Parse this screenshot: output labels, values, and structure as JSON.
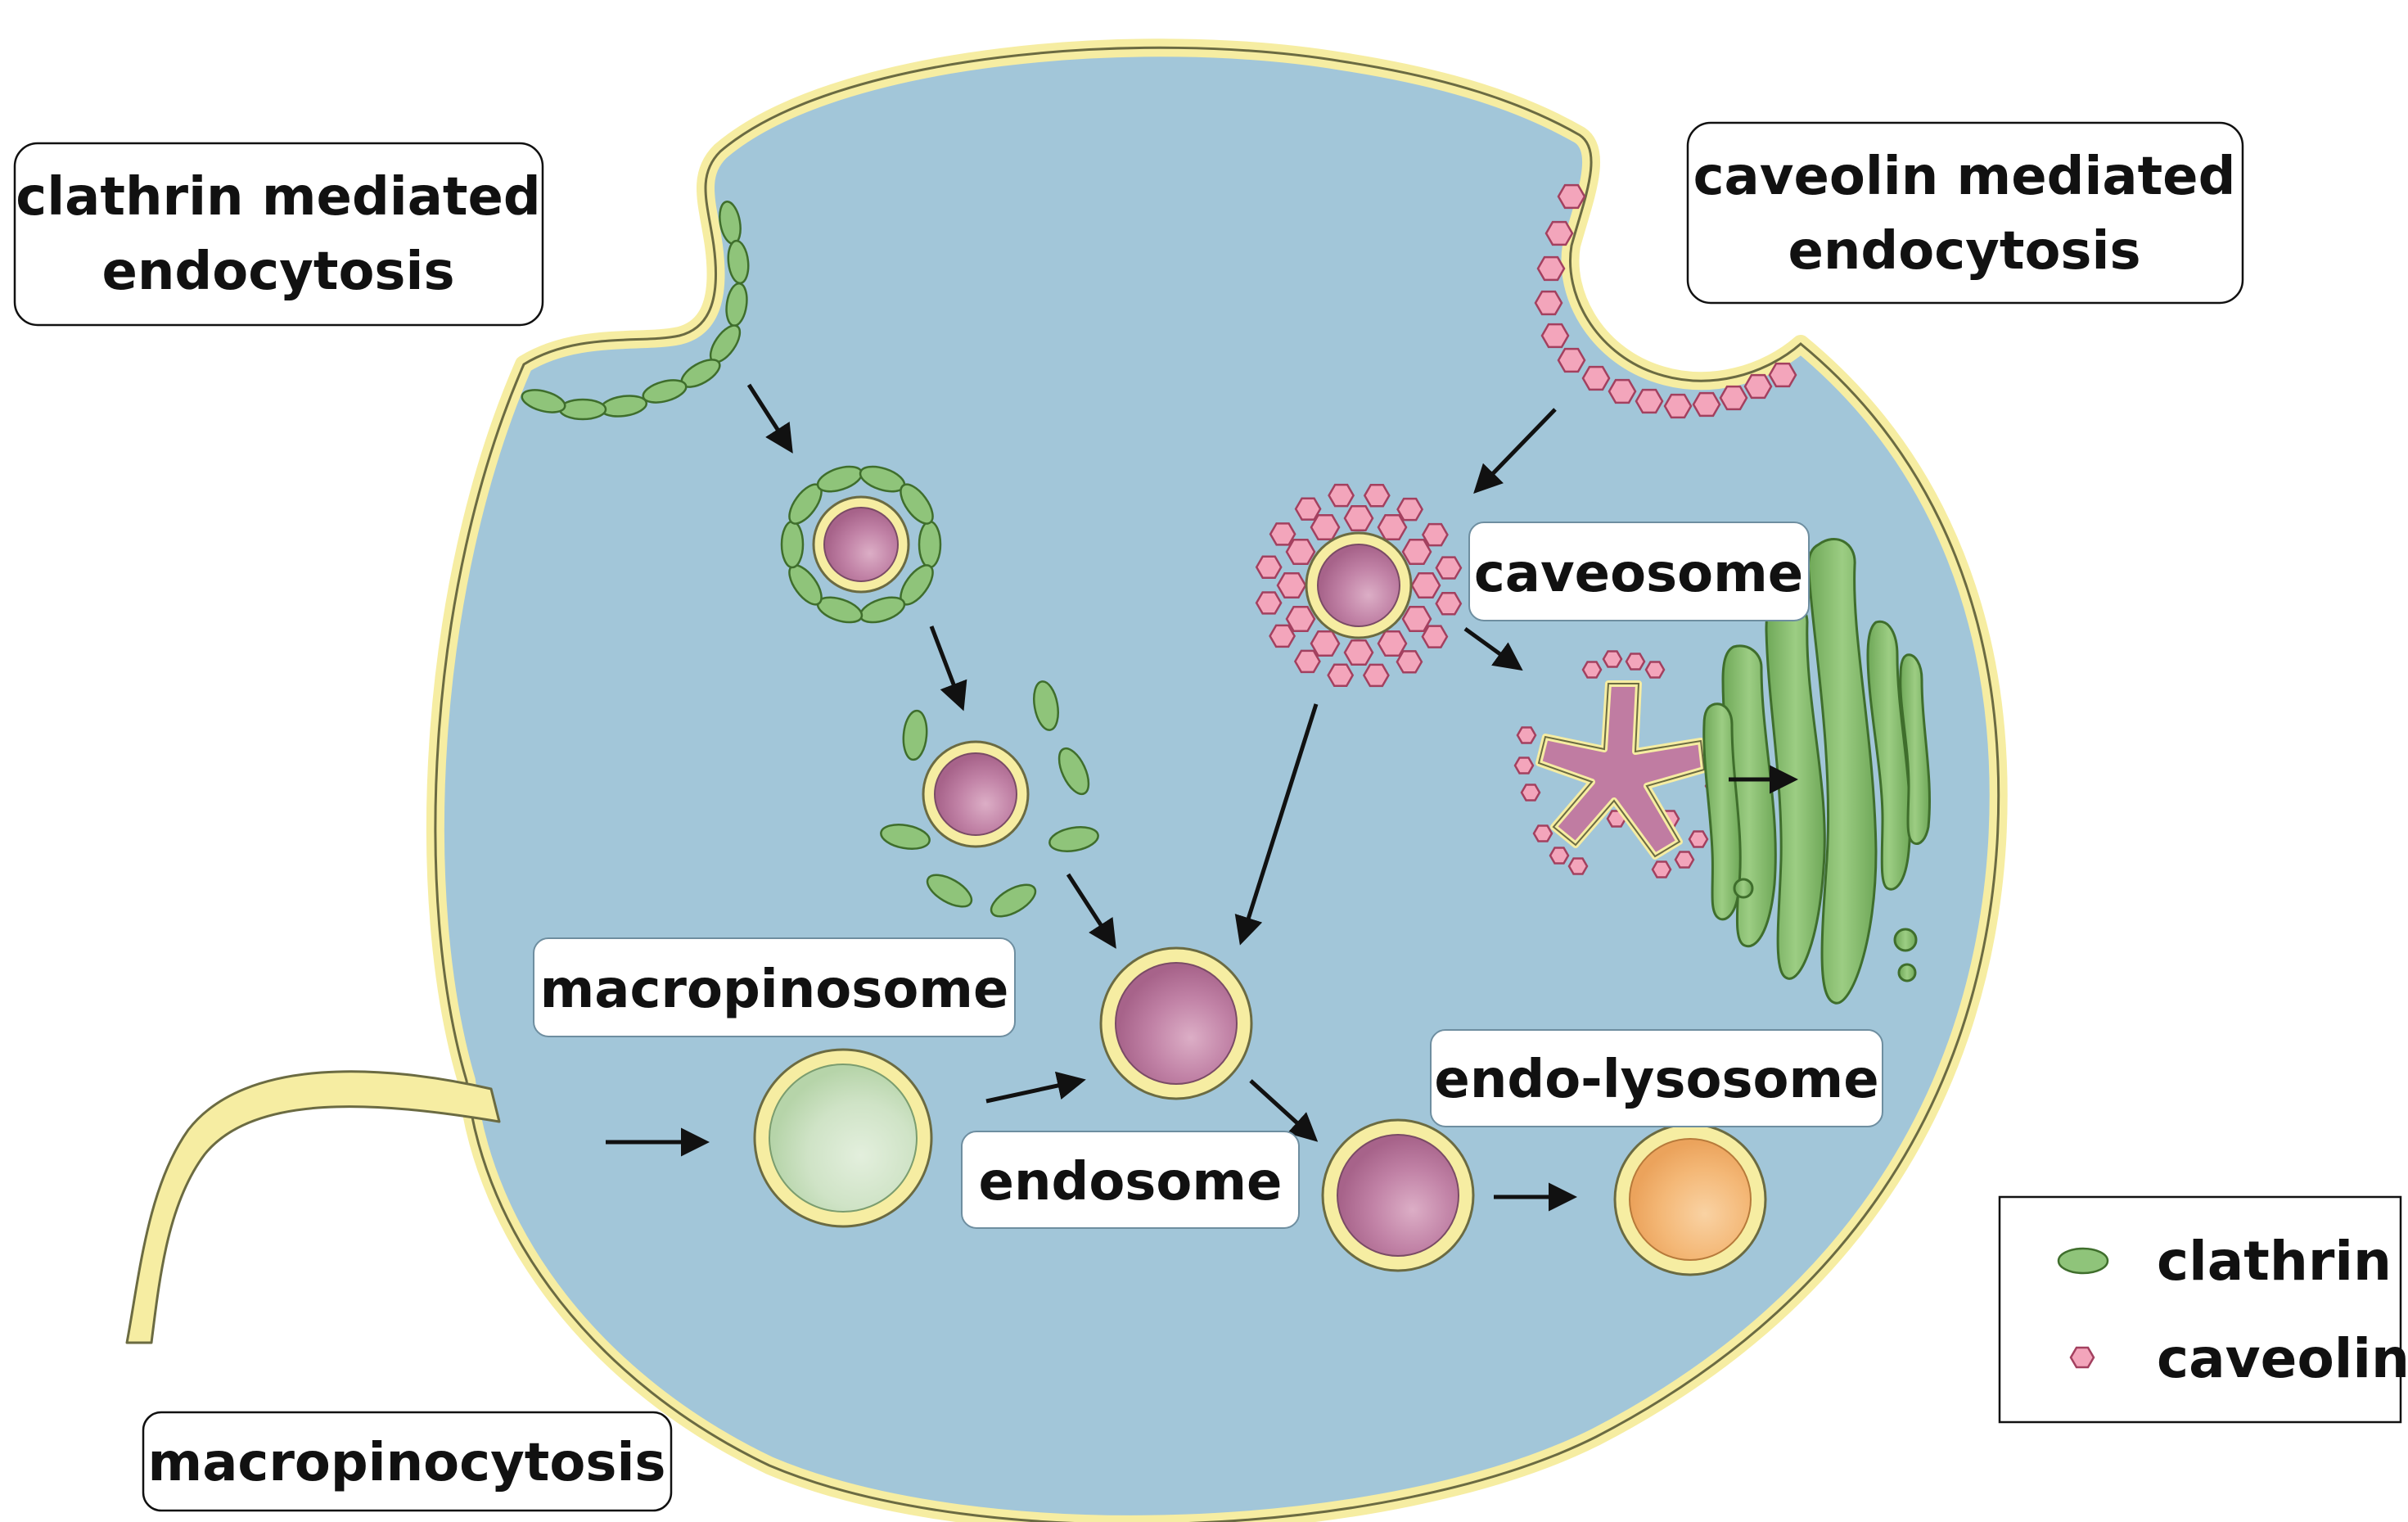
{
  "labels": {
    "clathrin_line1": "clathrin mediated",
    "clathrin_line2": "endocytosis",
    "caveolin_line1": "caveolin mediated",
    "caveolin_line2": "endocytosis",
    "caveosome": "caveosome",
    "macropinosome": "macropinosome",
    "endosome": "endosome",
    "endo_lysosome": "endo-lysosome",
    "macropinocytosis": "macropinocytosis"
  },
  "legend": {
    "clathrin": "clathrin",
    "caveolin": "caveolin"
  },
  "colors": {
    "cytoplasm": "#a2c6d9",
    "membrane": "#f6eda2",
    "membrane_edge": "#6b6b42",
    "clathrin": "#8fc47a",
    "caveolin": "#f3a5bb",
    "cargo": "#b8709a",
    "macropinosome_cargo": "#c9e0c1",
    "lysosome_cargo": "#f1b471",
    "golgi": "#8bbf6a"
  }
}
